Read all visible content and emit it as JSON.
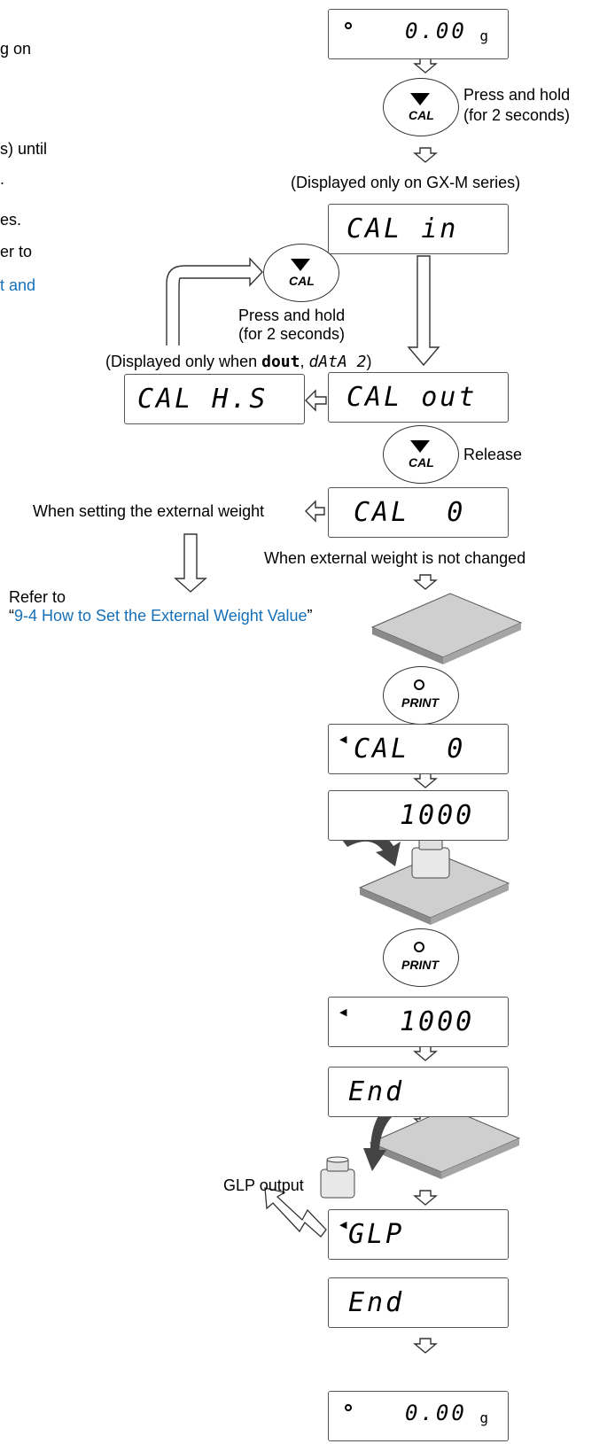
{
  "left_text": {
    "line1": "g on",
    "line2": "s) until",
    "line3": ".",
    "line4": "es.",
    "line5": "er to",
    "line6": "t and"
  },
  "displays": {
    "zero1": {
      "value": "0.00",
      "unit": "g"
    },
    "cal_in": "CAL in",
    "cal_his": "CAL H.S",
    "cal_out": "CAL out",
    "cal_0": "CAL  0",
    "cal_0_marked": "CAL  0",
    "v1000": "1000",
    "v1000_marked": "1000",
    "end1": "End",
    "glp": "GLP",
    "end2": "End",
    "zero2": {
      "value": "0.00",
      "unit": "g"
    }
  },
  "keys": {
    "cal": "CAL",
    "print": "PRINT"
  },
  "labels": {
    "press_hold_1": "Press and hold",
    "two_seconds_1": "(for 2 seconds)",
    "gx_m": "(Displayed only on GX-M series)",
    "press_hold_2": "Press and hold",
    "two_seconds_2": "(for 2 seconds)",
    "displayed_only_when": "(Displayed only when",
    "dout": "dout",
    "comma": ",",
    "data2": "dAtA 2",
    "close_paren": ")",
    "release": "Release",
    "when_setting_ext": "When setting the external weight",
    "ext_not_changed": "When external weight is not changed",
    "refer_to": "Refer to",
    "refer_link": "9-4 How to Set the External Weight Value",
    "open_quote": "“",
    "close_quote": "”",
    "glp_output": "GLP output"
  },
  "colors": {
    "link": "#1670b8",
    "pan_top": "#cfcfcf",
    "pan_edge": "#8a8a8a"
  }
}
